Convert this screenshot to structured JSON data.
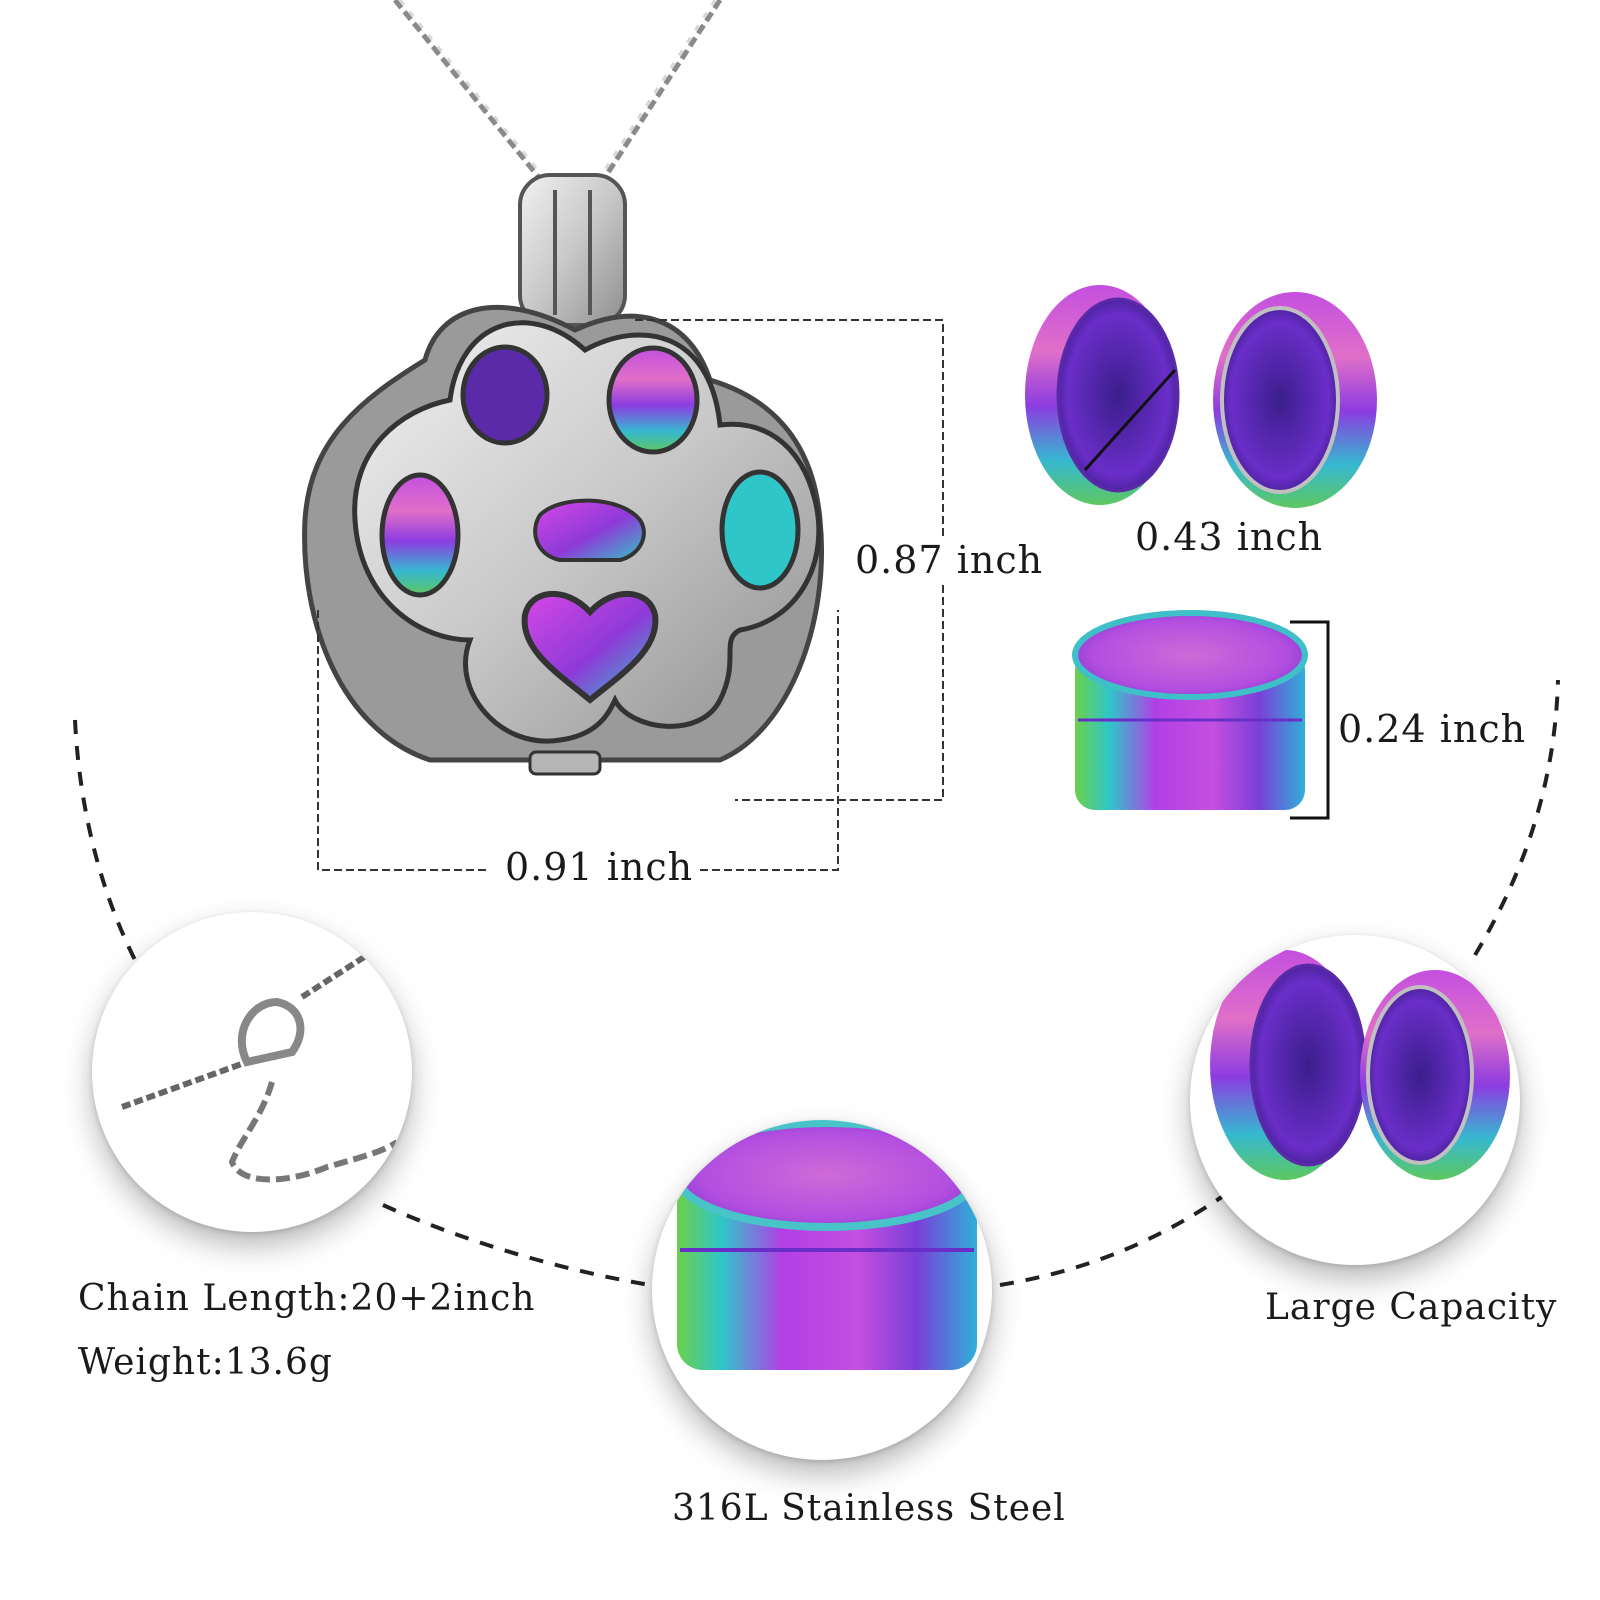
{
  "dimensions": {
    "height": "0.87 inch",
    "width": "0.91 inch",
    "cap_diameter": "0.43 inch",
    "cap_height": "0.24 inch"
  },
  "specs": {
    "chain_length": "Chain Length:20+2inch",
    "weight": "Weight:13.6g"
  },
  "features": {
    "material": "316L Stainless Steel",
    "capacity": "Large Capacity"
  },
  "colors": {
    "silver": "#c9c9c9",
    "rainbow_purple": "#a23be0",
    "rainbow_teal": "#2fc6c9",
    "rainbow_green": "#6bd04a"
  },
  "icons": {
    "pendant": "paw-print-locket",
    "detail_1": "chain-lobster-clasp",
    "detail_2": "rainbow-urn-capsule",
    "detail_3": "open-capsule-halves"
  }
}
